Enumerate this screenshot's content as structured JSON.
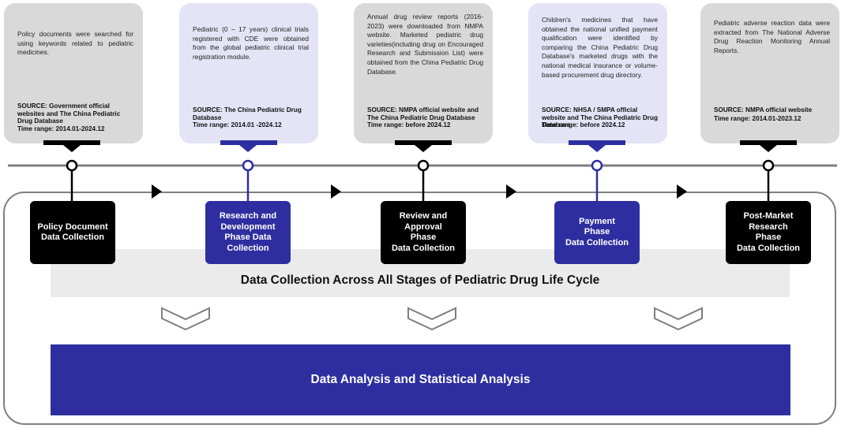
{
  "callouts": [
    {
      "description": "Policy documents were searched for using keywords related to pediatric medicines.",
      "source": "SOURCE: Government official websites and The China Pediatric Drug Database",
      "time_range": "Time range: 2014.01-2024.12"
    },
    {
      "description": "Pediatric (0 – 17 years) clinical trials registered with CDE were obtained from the global pediatric clinical trial registration module.",
      "source": "SOURCE: The China Pediatric Drug Database",
      "time_range": "Time range: 2014.01 -2024.12"
    },
    {
      "description": "Annual drug review reports (2016-2023) were downloaded from NMPA website. Marketed pediatric drug varieties(including drug on Encouraged Research and Submission List) were obtained from the China Pediatric Drug Database.",
      "source": "SOURCE: NMPA official website and The China Pediatric Drug Database",
      "time_range": "Time range: before 2024.12"
    },
    {
      "description": "Children's medicines that have obtained the national unified payment qualification were identified by comparing the China Pediatric Drug Database's marketed drugs with the national medical insurance or volume-based procurement drug directory.",
      "source": "SOURCE: NHSA / SMPA official website and The China Pediatric Drug Database",
      "time_range": "Time range: before 2024.12"
    },
    {
      "description": "Pediatric adverse reaction data were extracted from The National Adverse Drug Reaction Monitoring Annual Reports.",
      "source": "SOURCE: NMPA official website",
      "time_range": "Time range: 2014.01-2023.12"
    }
  ],
  "stages": [
    {
      "label": "Policy Document\nData Collection",
      "color": "#000000"
    },
    {
      "label": "Research and\nDevelopment\nPhase Data\nCollection",
      "color": "#2e2ea0"
    },
    {
      "label": "Review and\nApproval\nPhase\nData Collection",
      "color": "#000000"
    },
    {
      "label": "Payment\nPhase\nData Collection",
      "color": "#2e2ea0"
    },
    {
      "label": "Post-Market\nResearch\nPhase\nData Collection",
      "color": "#000000"
    }
  ],
  "lifecycle_label": "Data Collection Across All Stages of Pediatric Drug Life Cycle",
  "analysis_label": "Data Analysis and Statistical Analysis",
  "colors": {
    "accent": "#2e2ea0",
    "dark": "#000000",
    "callout_gray": "#d9d9d9",
    "callout_lavender": "#e4e4f6",
    "band": "#ebebeb"
  }
}
